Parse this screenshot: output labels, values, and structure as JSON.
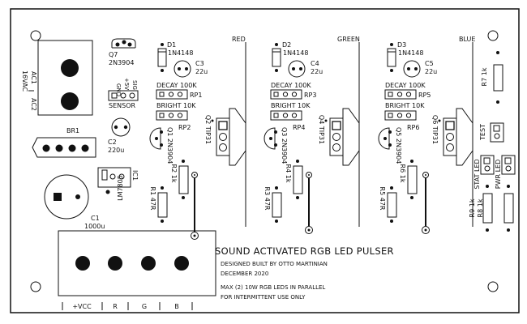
{
  "board": {
    "title": "SOUND ACTIVATED RGB LED PULSER",
    "designer": "DESIGNED BUILT BY OTTO MARTINIAN",
    "date": "DECEMBER 2020",
    "note1": "MAX (2) 10W RGB LEDS IN PARALLEL",
    "note2": "FOR INTERMITTENT USE ONLY"
  },
  "channels": {
    "red": {
      "name": "RED",
      "diode": "D1",
      "diode_part": "1N4148",
      "cap": "C3",
      "cap_val": "22u",
      "decay": "DECAY 100K",
      "decay_ref": "RP1",
      "bright": "BRIGHT 10K",
      "bright_ref": "RP2",
      "q_small": "Q1 2N3904",
      "q_power": "Q2 TIP31",
      "r_base": "R2 1k",
      "r_emit": "R1 47R"
    },
    "green": {
      "name": "GREEN",
      "diode": "D2",
      "diode_part": "1N4148",
      "cap": "C4",
      "cap_val": "22u",
      "decay": "DECAY 100K",
      "decay_ref": "RP3",
      "bright": "BRIGHT 10K",
      "bright_ref": "RP4",
      "q_small": "Q3 2N3904",
      "q_power": "Q4 TIP31",
      "r_base": "R4 1k",
      "r_emit": "R3 47R"
    },
    "blue": {
      "name": "BLUE",
      "diode": "D3",
      "diode_part": "1N4148",
      "cap": "C5",
      "cap_val": "22u",
      "decay": "DECAY 100K",
      "decay_ref": "RP5",
      "bright": "BRIGHT 10K",
      "bright_ref": "RP6",
      "q_small": "Q5 2N3904",
      "q_power": "Q6 TIP31",
      "r_base": "R6 1k",
      "r_emit": "R5 47R"
    }
  },
  "power": {
    "ac1": "AC1",
    "ac2": "AC2",
    "vac": "16VAC",
    "br": "BR1",
    "c2": "C2",
    "c2_val": "220u",
    "c1": "C1",
    "c1_val": "1000u",
    "ic": "IC1",
    "ic_part": "LM7805"
  },
  "sensor": {
    "q7": "Q7",
    "q7_part": "2N3904",
    "gnd": "GND",
    "v5": "+5V",
    "sig": "SIG",
    "label": "SENSOR"
  },
  "right": {
    "r7": "R7 1k",
    "test": "TEST",
    "stat": "STAT LED",
    "pwr": "PWR LED",
    "r9": "R9 1k",
    "r8": "R8 1k"
  },
  "output": {
    "labels": [
      "+VCC",
      "R",
      "G",
      "B"
    ]
  }
}
